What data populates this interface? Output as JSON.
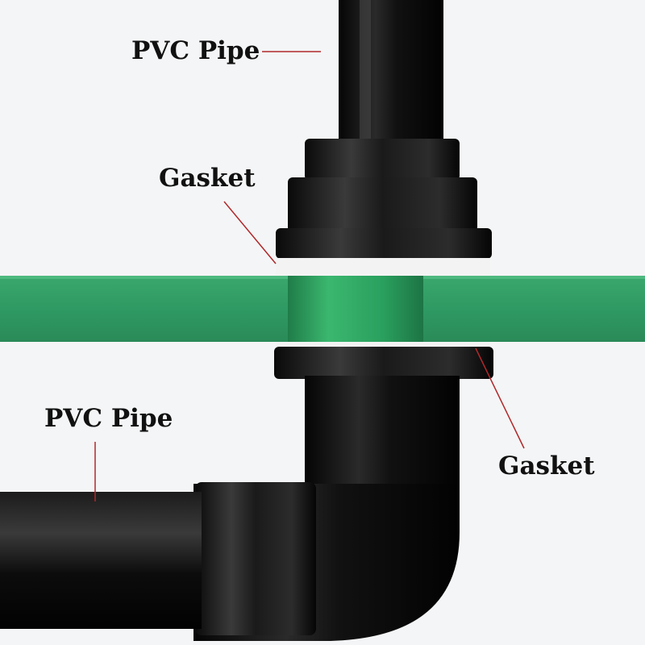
{
  "labels": {
    "pvc_pipe_top": "PVC Pipe",
    "gasket_top": "Gasket",
    "pvc_pipe_left": "PVC Pipe",
    "gasket_right": "Gasket"
  },
  "colors": {
    "background": "#f4f5f6",
    "glass": "#2f9a63",
    "pipe": "#0d0d0d",
    "gasket": "#f3f3f3",
    "leader_line": "#b0282b",
    "label_text": "#111111"
  }
}
